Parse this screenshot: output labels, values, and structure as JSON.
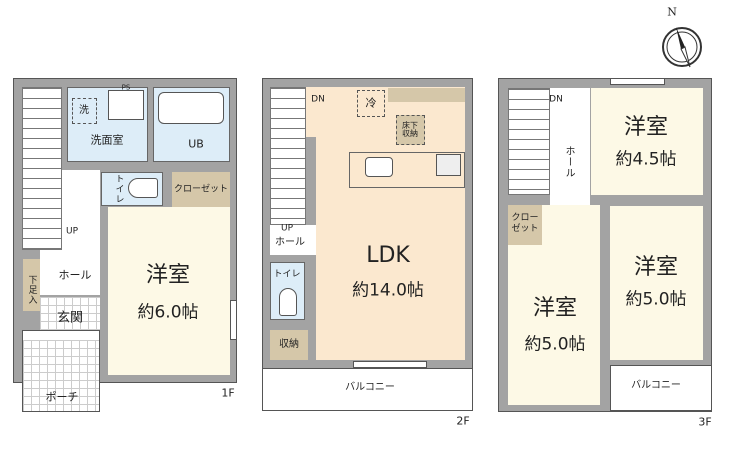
{
  "floors": {
    "f1": {
      "label": "1F",
      "washroom": "洗面室",
      "washer": "洗",
      "ps": "PS",
      "bath": "UB",
      "toilet": "トイレ",
      "closet": "クローゼット",
      "room_name": "洋室",
      "room_size": "約6.0帖",
      "up": "UP",
      "hall": "ホール",
      "shoe_storage": "下足入",
      "entrance": "玄関",
      "porch": "ポーチ"
    },
    "f2": {
      "label": "2F",
      "dn": "DN",
      "up": "UP",
      "hall": "ホール",
      "toilet": "トイレ",
      "storage": "収納",
      "fridge": "冷",
      "underfloor": "床下収納",
      "room_name": "LDK",
      "room_size": "約14.0帖",
      "balcony": "バルコニー"
    },
    "f3": {
      "label": "3F",
      "dn": "DN",
      "hall": "ホール",
      "closet": "クローゼット",
      "room1_name": "洋室",
      "room1_size": "約4.5帖",
      "room2_name": "洋室",
      "room2_size": "約5.0帖",
      "room3_name": "洋室",
      "room3_size": "約5.0帖",
      "balcony": "バルコニー"
    }
  },
  "compass": {
    "label": "N",
    "icon": "north-arrow-icon"
  },
  "colors": {
    "wall": "#a3a3a3",
    "wet_area": "#ddedf8",
    "closet": "#d5c7a9",
    "bedroom": "#fdf9e6",
    "ldk": "#fbe8cf"
  }
}
